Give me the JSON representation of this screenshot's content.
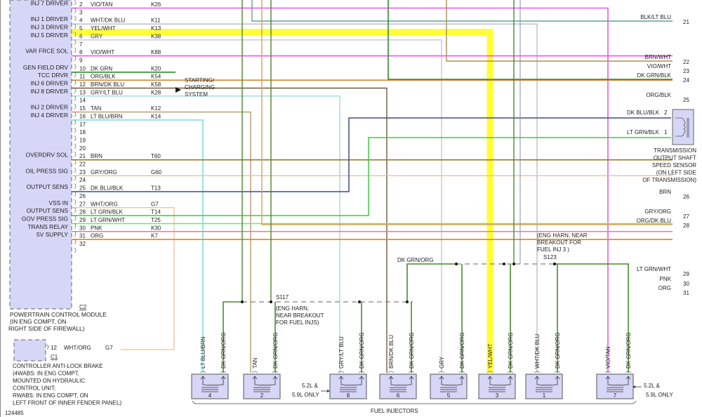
{
  "diagram_id": "124485",
  "pcm": {
    "title": "POWERTRAIN CONTROL MODULE",
    "location": [
      "(IN ENG COMPT, ON",
      "RIGHT SIDE OF FIREWALL)"
    ],
    "connector": "C2",
    "pins": [
      {
        "pin": "2",
        "label": "INJ 7 DRIVER",
        "wire": "VIO/TAN",
        "circuit": "K26",
        "color": "#ee55ee"
      },
      {
        "pin": "3",
        "label": "",
        "wire": "",
        "circuit": "",
        "color": ""
      },
      {
        "pin": "4",
        "label": "INJ 1 DRIVER",
        "wire": "WHT/DK BLU",
        "circuit": "K11",
        "color": "#b8b8cc"
      },
      {
        "pin": "5",
        "label": "INJ 3 DRIVER",
        "wire": "YEL/WHT",
        "circuit": "K13",
        "color": "#ffff33"
      },
      {
        "pin": "6",
        "label": "INJ 5 DRIVER",
        "wire": "GRY",
        "circuit": "K38",
        "color": "#c4c4c4"
      },
      {
        "pin": "7",
        "label": "",
        "wire": "",
        "circuit": "",
        "color": ""
      },
      {
        "pin": "8",
        "label": "VAR FRCE SOL",
        "wire": "VIO/WHT",
        "circuit": "K88",
        "color": "#ee55ee"
      },
      {
        "pin": "9",
        "label": "",
        "wire": "",
        "circuit": "",
        "color": ""
      },
      {
        "pin": "10",
        "label": "GEN FIELD DRV",
        "wire": "DK GRN",
        "circuit": "K20",
        "color": "#2e8b2e"
      },
      {
        "pin": "11",
        "label": "TCC DRVR",
        "wire": "ORG/BLK",
        "circuit": "K54",
        "color": "#d28a3c"
      },
      {
        "pin": "12",
        "label": "INJ 6 DRIVER",
        "wire": "BRN/DK BLU",
        "circuit": "K58",
        "color": "#6e5a3c"
      },
      {
        "pin": "13",
        "label": "INJ 8 DRIVER",
        "wire": "GRY/LT BLU",
        "circuit": "K28",
        "color": "#9fdcdc"
      },
      {
        "pin": "14",
        "label": "",
        "wire": "",
        "circuit": "",
        "color": ""
      },
      {
        "pin": "15",
        "label": "INJ 2 DRIVER",
        "wire": "TAN",
        "circuit": "K12",
        "color": "#b49a6e"
      },
      {
        "pin": "16",
        "label": "INJ 4 DRIVER",
        "wire": "LT BLU/BRN",
        "circuit": "K14",
        "color": "#6cd6d6"
      },
      {
        "pin": "17",
        "label": "",
        "wire": "",
        "circuit": "",
        "color": ""
      },
      {
        "pin": "18",
        "label": "",
        "wire": "",
        "circuit": "",
        "color": ""
      },
      {
        "pin": "19",
        "label": "",
        "wire": "",
        "circuit": "",
        "color": ""
      },
      {
        "pin": "20",
        "label": "",
        "wire": "",
        "circuit": "",
        "color": ""
      },
      {
        "pin": "21",
        "label": "OVERDRV SOL",
        "wire": "BRN",
        "circuit": "T60",
        "color": "#9a7430"
      },
      {
        "pin": "22",
        "label": "",
        "wire": "",
        "circuit": "",
        "color": ""
      },
      {
        "pin": "23",
        "label": "OIL PRESS SIG",
        "wire": "GRY/ORG",
        "circuit": "G60",
        "color": "#e6c0a0"
      },
      {
        "pin": "24",
        "label": "",
        "wire": "",
        "circuit": "",
        "color": ""
      },
      {
        "pin": "25",
        "label": "OUTPUT SENS",
        "wire": "DK BLU/BLK",
        "circuit": "T13",
        "color": "#3c4c8c"
      },
      {
        "pin": "26",
        "label": "",
        "wire": "",
        "circuit": "",
        "color": ""
      },
      {
        "pin": "27",
        "label": "VSS IN",
        "wire": "WHT/ORG",
        "circuit": "G7",
        "color": "#f0c8a0"
      },
      {
        "pin": "28",
        "label": "OUTPUT SENS",
        "wire": "LT GRN/BLK",
        "circuit": "T14",
        "color": "#3ccc3c"
      },
      {
        "pin": "29",
        "label": "GOV PRESS SIG",
        "wire": "LT GRN/WHT",
        "circuit": "T25",
        "color": "#66ee66"
      },
      {
        "pin": "30",
        "label": "TRANS RELAY",
        "wire": "PNK",
        "circuit": "K30",
        "color": "#ee7799"
      },
      {
        "pin": "31",
        "label": "5V SUPPLY",
        "wire": "ORG",
        "circuit": "K7",
        "color": "#ee8822"
      },
      {
        "pin": "32",
        "label": "",
        "wire": "",
        "circuit": "",
        "color": ""
      }
    ]
  },
  "starting_charging": [
    "STARTING/",
    "CHARGING",
    "SYSTEM"
  ],
  "abs": {
    "title": [
      "CONTROLLER ANTI-LOCK BRAKE",
      "(4WABS: IN ENG COMPT,",
      "MOUNTED ON HYDRAULIC",
      "CONTROL UNIT;",
      "RWABS: IN ENG COMPT, ON",
      "LEFT FRONT OF INNER FENDER PANEL)"
    ],
    "connector": "C1",
    "pin": "12",
    "wire": "WHT/ORG",
    "circuit": "G7"
  },
  "right_wires": [
    {
      "num": "21",
      "wire": "BLK/LT BLU",
      "color": "#6a9a9a"
    },
    {
      "num": "22",
      "wire": "BRN/WHT",
      "color": "#a89050"
    },
    {
      "num": "23",
      "wire": "VIO/WHT",
      "color": "#ee55ee"
    },
    {
      "num": "24",
      "wire": "DK GRN/BLK",
      "color": "#2e8b2e"
    },
    {
      "num": "25",
      "wire": "ORG/BLK",
      "color": "#d28a3c"
    },
    {
      "num": "26",
      "wire": "BRN",
      "color": "#9a7430"
    },
    {
      "num": "27",
      "wire": "GRY/ORG",
      "color": "#e6c0a0"
    },
    {
      "num": "28",
      "wire": "ORG/DK BLU",
      "color": "#d8a060"
    },
    {
      "num": "29",
      "wire": "LT GRN/WHT",
      "color": "#66ee66"
    },
    {
      "num": "30",
      "wire": "PNK",
      "color": "#ee7799"
    },
    {
      "num": "31",
      "wire": "ORG",
      "color": "#ee8822"
    }
  ],
  "sensor": {
    "title": [
      "TRANSMISSION",
      "OUTPUT SHAFT",
      "SPEED SENSOR",
      "(ON LEFT SIDE",
      "OF TRANSMISSION)"
    ],
    "pins": [
      {
        "pin": "2",
        "wire": "DK BLU/BLK"
      },
      {
        "pin": "1",
        "wire": "LT GRN/BLK"
      }
    ]
  },
  "splices": {
    "s117": {
      "id": "S117",
      "note": [
        "(ENG HARN,",
        "NEAR BREAKOUT",
        "FOR FUEL INJS)"
      ]
    },
    "s123": {
      "id": "S123",
      "note": [
        "(ENG HARN, NEAR",
        "BREAKOUT FOR",
        "FUEL INJ 3 )"
      ]
    },
    "common_wire": "DK GRN/ORG",
    "common_color": "#4a8a2a"
  },
  "injectors": {
    "group_label": "FUEL INJECTORS",
    "note_left": [
      "5.2L &",
      "5.9L ONLY"
    ],
    "note_right": [
      "5.2L &",
      "5.9L ONLY"
    ],
    "items": [
      {
        "num": "4",
        "wire": "LT BLU/BRN",
        "color": "#6cd6d6",
        "ground": "DK GRN/ORG"
      },
      {
        "num": "2",
        "wire": "TAN",
        "color": "#b49a6e",
        "ground": "DK GRN/ORG"
      },
      {
        "num": "8",
        "wire": "GRY/LT BLU",
        "color": "#9fdcdc",
        "ground": "DK GRN/ORG"
      },
      {
        "num": "6",
        "wire": "BRN/DK BLU",
        "color": "#6e5a3c",
        "ground": "DK GRN/ORG"
      },
      {
        "num": "5",
        "wire": "GRY",
        "color": "#c4c4c4",
        "ground": "DK GRN/ORG"
      },
      {
        "num": "3",
        "wire": "YEL/WHT",
        "color": "#ffff33",
        "ground": "DK GRN/ORG"
      },
      {
        "num": "1",
        "wire": "WHT/DK BLU",
        "color": "#b8b8cc",
        "ground": "DK GRN/ORG"
      },
      {
        "num": "7",
        "wire": "VIO/TAN",
        "color": "#ee55ee",
        "ground": "DK GRN/ORG"
      }
    ]
  }
}
